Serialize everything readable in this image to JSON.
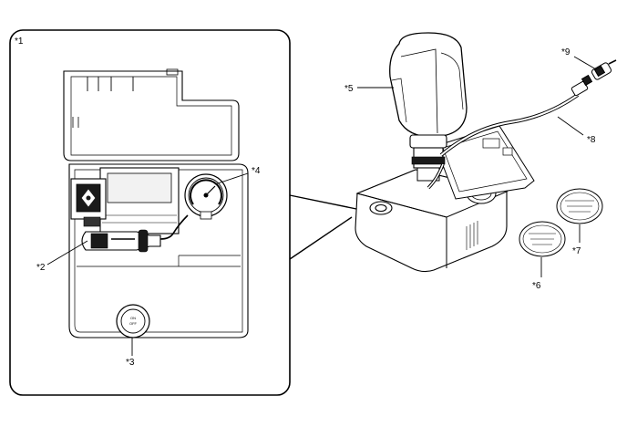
{
  "callouts": {
    "c1": "*1",
    "c2": "*2",
    "c3": "*3",
    "c4": "*4",
    "c5": "*5",
    "c6": "*6",
    "c7": "*7",
    "c8": "*8",
    "c9": "*9"
  },
  "switch_label": {
    "line1": "ON",
    "line2": "OFF"
  }
}
